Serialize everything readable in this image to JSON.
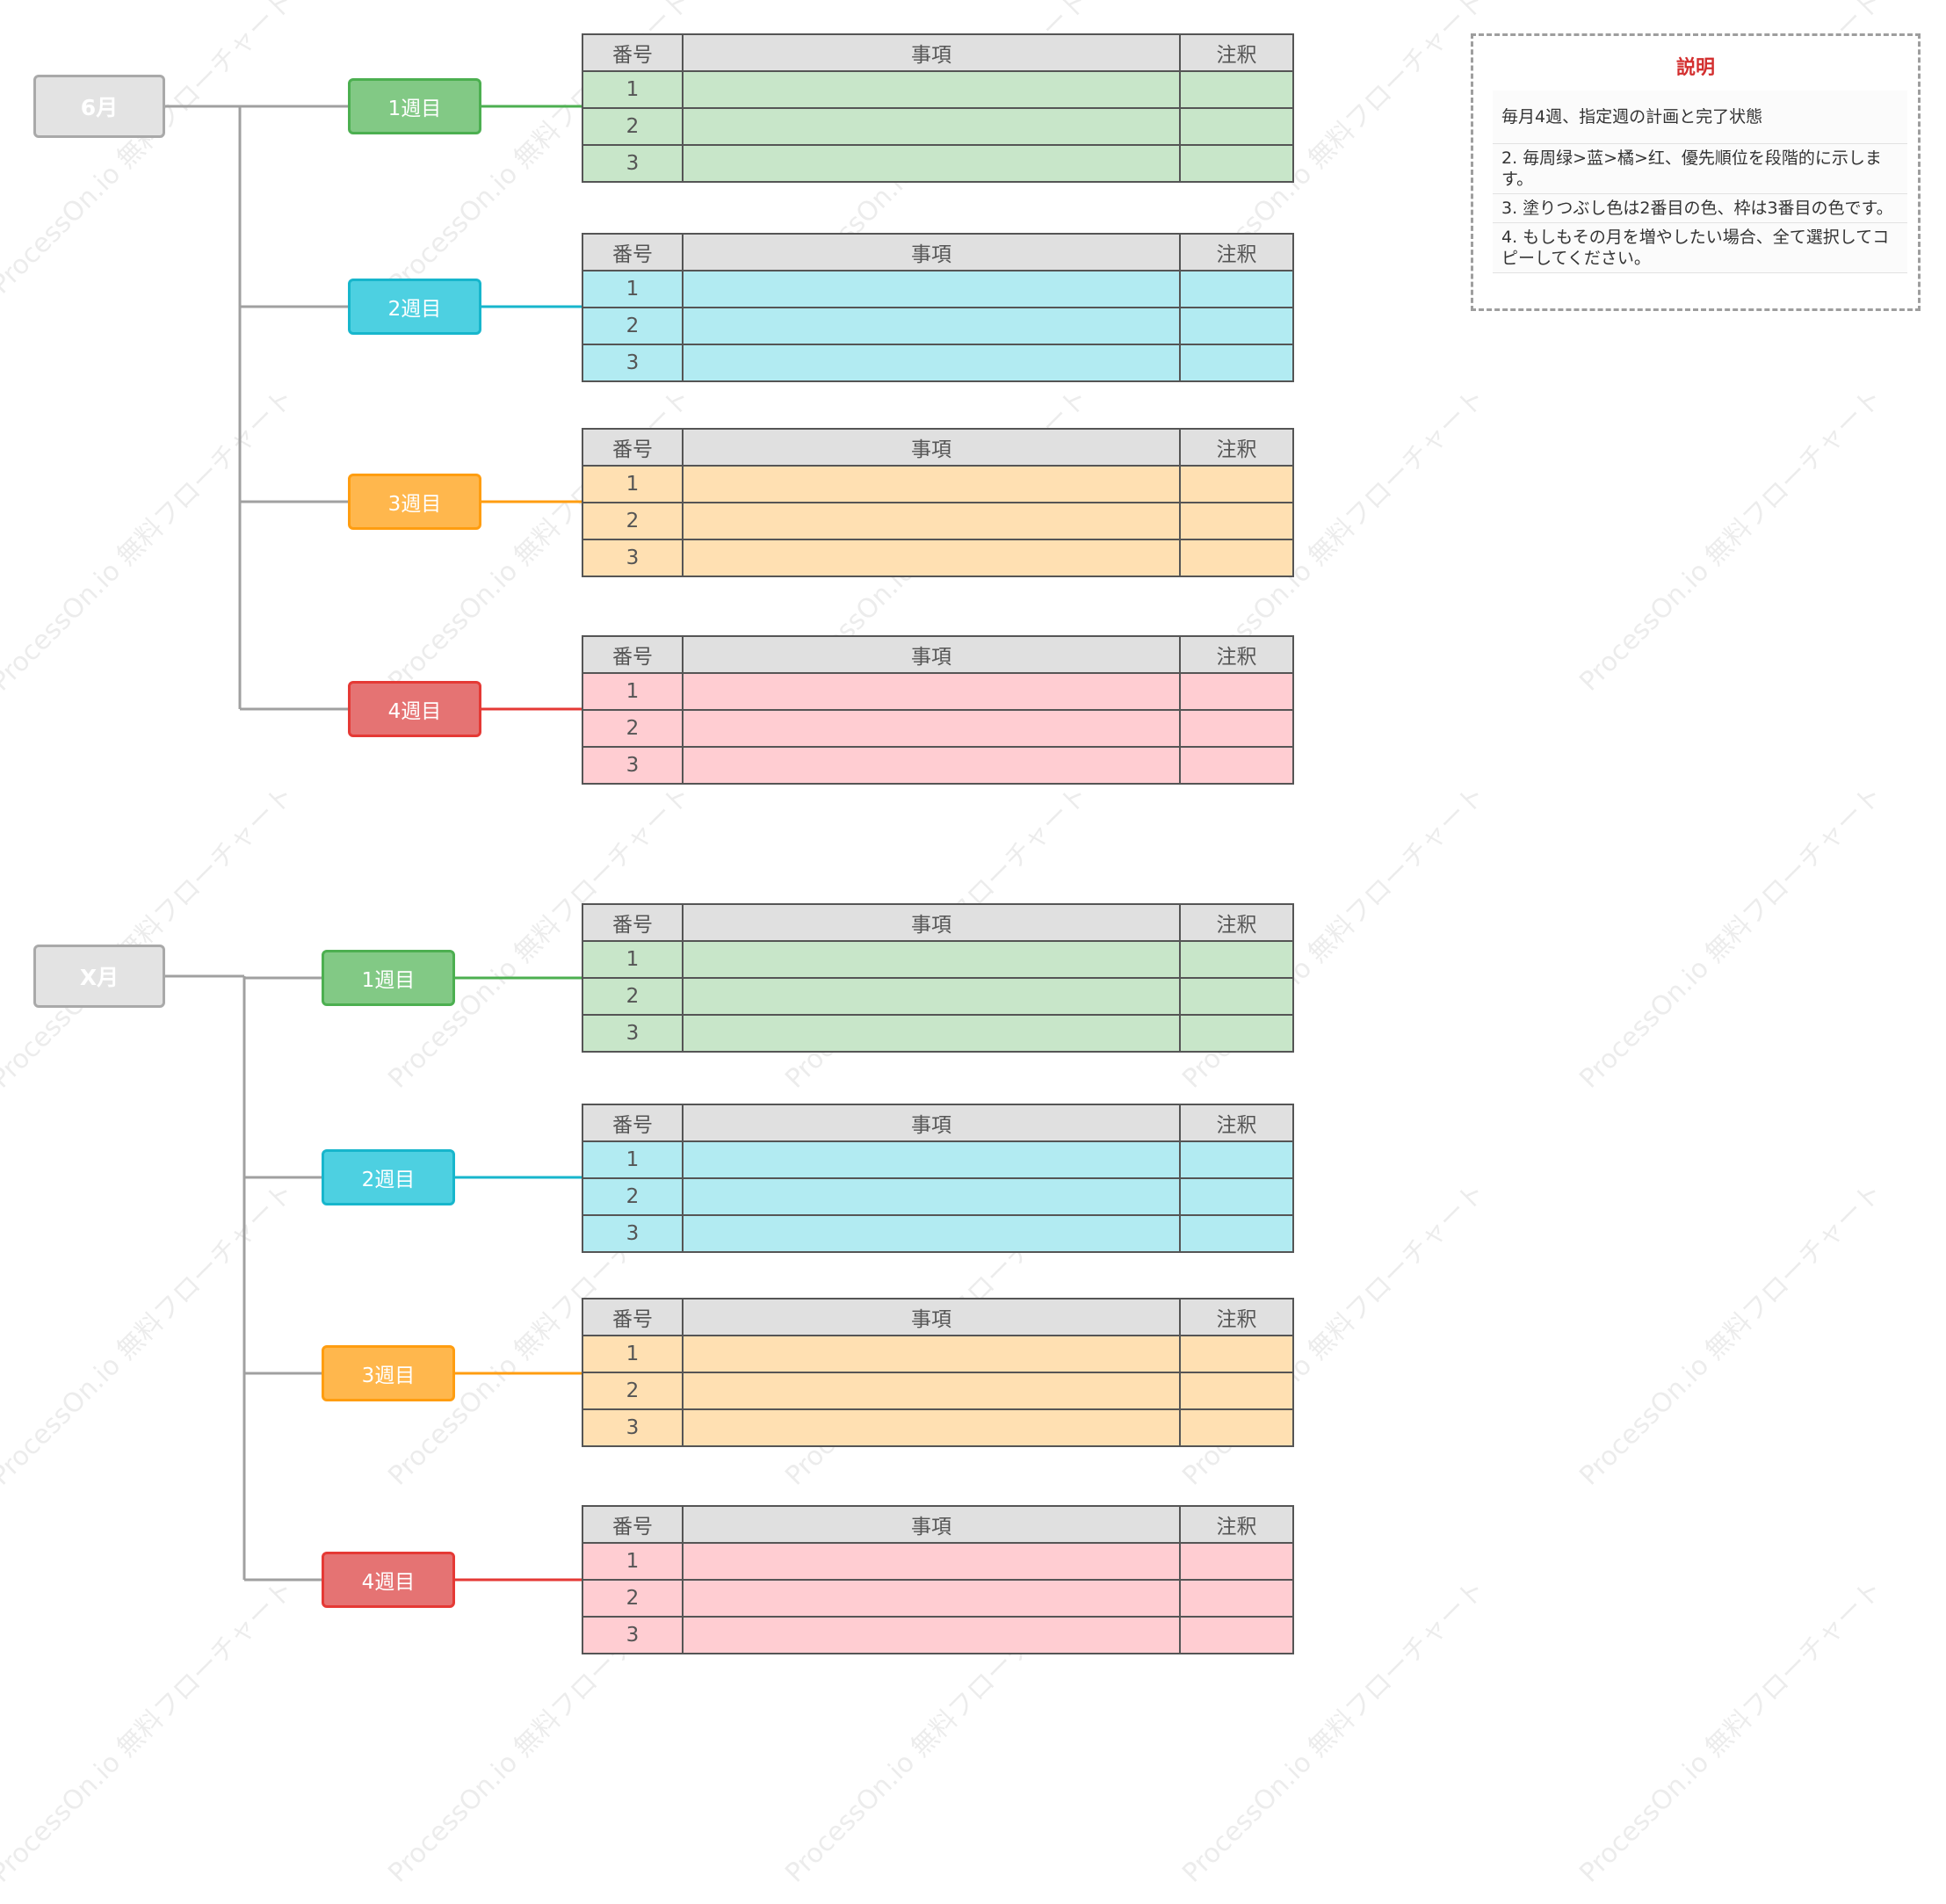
{
  "watermark": "ProcessOn.io 無料フローチャート",
  "table_headers": {
    "no": "番号",
    "item": "事項",
    "note": "注釈"
  },
  "row_numbers": [
    "1",
    "2",
    "3"
  ],
  "months": [
    {
      "label": "6月",
      "weeks": [
        {
          "label": "1週目",
          "color": "green"
        },
        {
          "label": "2週目",
          "color": "cyan"
        },
        {
          "label": "3週目",
          "color": "orange"
        },
        {
          "label": "4週目",
          "color": "red"
        }
      ]
    },
    {
      "label": "X月",
      "weeks": [
        {
          "label": "1週目",
          "color": "green"
        },
        {
          "label": "2週目",
          "color": "cyan"
        },
        {
          "label": "3週目",
          "color": "orange"
        },
        {
          "label": "4週目",
          "color": "red"
        }
      ]
    }
  ],
  "colors": {
    "green": "#4caf50",
    "cyan": "#17b6cc",
    "orange": "#ff9d10",
    "red": "#e53935",
    "trunk": "#a0a0a0"
  },
  "note": {
    "title": "説明",
    "lines": [
      "毎月4週、指定週の計画と完了状態",
      "2. 毎周绿>蓝>橘>红、優先順位を段階的に示します。",
      "3. 塗りつぶし色は2番目の色、枠は3番目の色です。",
      "4. もしもその月を増やしたい場合、全て選択してコピーしてください。"
    ]
  }
}
